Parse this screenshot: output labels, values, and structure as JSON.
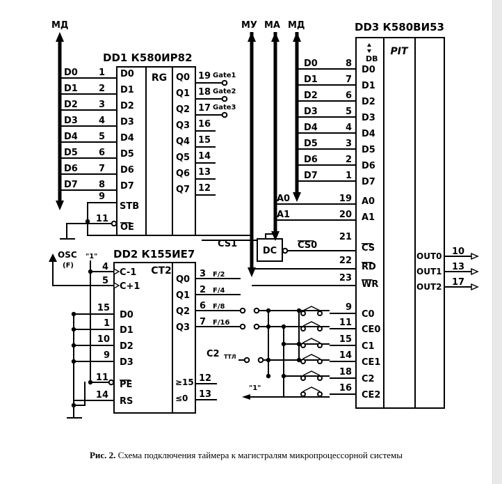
{
  "diagram": {
    "buses": {
      "md_left": "МД",
      "mu": "МУ",
      "ma": "МА",
      "md_right": "МД"
    },
    "dd1": {
      "title": "DD1 К580ИР82",
      "type": "RG",
      "inputs": [
        "D0",
        "D1",
        "D2",
        "D3",
        "D4",
        "D5",
        "D6",
        "D7"
      ],
      "input_pins": [
        "1",
        "2",
        "3",
        "4",
        "5",
        "6",
        "7",
        "8"
      ],
      "bus_lines": [
        "D0",
        "D1",
        "D2",
        "D3",
        "D4",
        "D5",
        "D6",
        "D7"
      ],
      "stb": "STB",
      "stb_pin": "9",
      "oe": "OE",
      "oe_pin": "11",
      "outputs": [
        "Q0",
        "Q1",
        "Q2",
        "Q3",
        "Q4",
        "Q5",
        "Q6",
        "Q7"
      ],
      "output_pins": [
        "19",
        "18",
        "17",
        "16",
        "15",
        "14",
        "13",
        "12"
      ],
      "gates": [
        "Gate1",
        "Gate2",
        "Gate3"
      ]
    },
    "dd2": {
      "title": "DD2 К155ИЕ7",
      "type": "CT2",
      "clk_inputs": [
        "C-1",
        "C+1"
      ],
      "clk_pins": [
        "4",
        "5"
      ],
      "data_inputs": [
        "D0",
        "D1",
        "D2",
        "D3"
      ],
      "data_pins": [
        "15",
        "1",
        "10",
        "9"
      ],
      "pe": "PE",
      "pe_pin": "11",
      "rs": "RS",
      "rs_pin": "14",
      "outputs": [
        "Q0",
        "Q1",
        "Q2",
        "Q3"
      ],
      "output_pins": [
        "3",
        "2",
        "6",
        "7"
      ],
      "freqs": [
        "F/2",
        "F/4",
        "F/8",
        "F/16"
      ],
      "carry": [
        "≥15",
        "≤0"
      ],
      "carry_pins": [
        "12",
        "13"
      ]
    },
    "dd3": {
      "title": "DD3 К580ВИ53",
      "type": "PIT",
      "db": "DB",
      "inputs": [
        "D0",
        "D1",
        "D2",
        "D3",
        "D4",
        "D5",
        "D6",
        "D7"
      ],
      "input_pins": [
        "8",
        "7",
        "6",
        "5",
        "4",
        "3",
        "2",
        "1"
      ],
      "bus_lines": [
        "D0",
        "D1",
        "D2",
        "D3",
        "D4",
        "D5",
        "D6",
        "D7"
      ],
      "addr": [
        "A0",
        "A1"
      ],
      "addr_pins": [
        "19",
        "20"
      ],
      "addr_lines": [
        "A0",
        "A1"
      ],
      "cs": "CS",
      "cs_pin": "21",
      "rd": "RD",
      "rd_pin": "22",
      "wr": "WR",
      "wr_pin": "23",
      "ctrl": [
        "C0",
        "CE0",
        "C1",
        "CE1",
        "C2",
        "CE2"
      ],
      "ctrl_pins": [
        "9",
        "11",
        "15",
        "14",
        "18",
        "16"
      ],
      "outputs": [
        "OUT0",
        "OUT1",
        "OUT2"
      ],
      "output_pins": [
        "10",
        "13",
        "17"
      ]
    },
    "decoder": {
      "label": "DC",
      "cs0": "CS0",
      "cs1": "CS1"
    },
    "osc": {
      "label": "OSC",
      "sub": "(F)"
    },
    "one_labels": [
      "\"1\"",
      "\"1\""
    ],
    "c2ttl": {
      "main": "C2",
      "sub": "ТТЛ"
    }
  },
  "caption": {
    "label": "Рис. 2.",
    "text": "Схема подключения таймера к магистралям микропроцессорной системы"
  }
}
